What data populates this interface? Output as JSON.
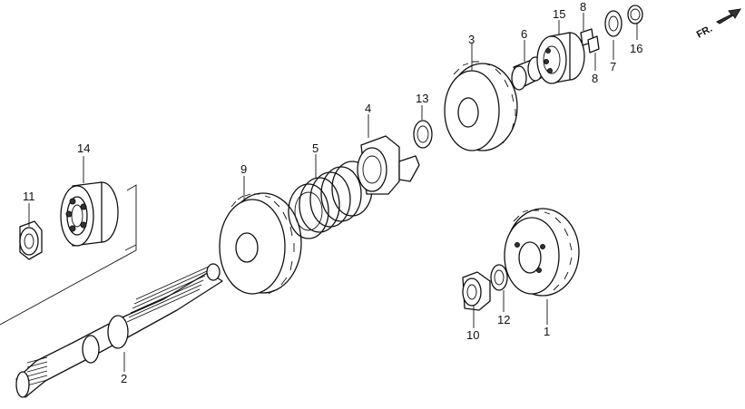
{
  "direction_indicator": {
    "text": "FR.",
    "icon": "arrow-forward-icon"
  },
  "parts": [
    {
      "id": "1",
      "label": "1"
    },
    {
      "id": "2",
      "label": "2"
    },
    {
      "id": "3",
      "label": "3"
    },
    {
      "id": "4",
      "label": "4"
    },
    {
      "id": "5",
      "label": "5"
    },
    {
      "id": "6",
      "label": "6"
    },
    {
      "id": "7",
      "label": "7"
    },
    {
      "id": "8a",
      "label": "8"
    },
    {
      "id": "8b",
      "label": "8"
    },
    {
      "id": "9",
      "label": "9"
    },
    {
      "id": "10",
      "label": "10"
    },
    {
      "id": "11",
      "label": "11"
    },
    {
      "id": "12",
      "label": "12"
    },
    {
      "id": "13",
      "label": "13"
    },
    {
      "id": "14",
      "label": "14"
    },
    {
      "id": "15",
      "label": "15"
    },
    {
      "id": "16",
      "label": "16"
    }
  ]
}
